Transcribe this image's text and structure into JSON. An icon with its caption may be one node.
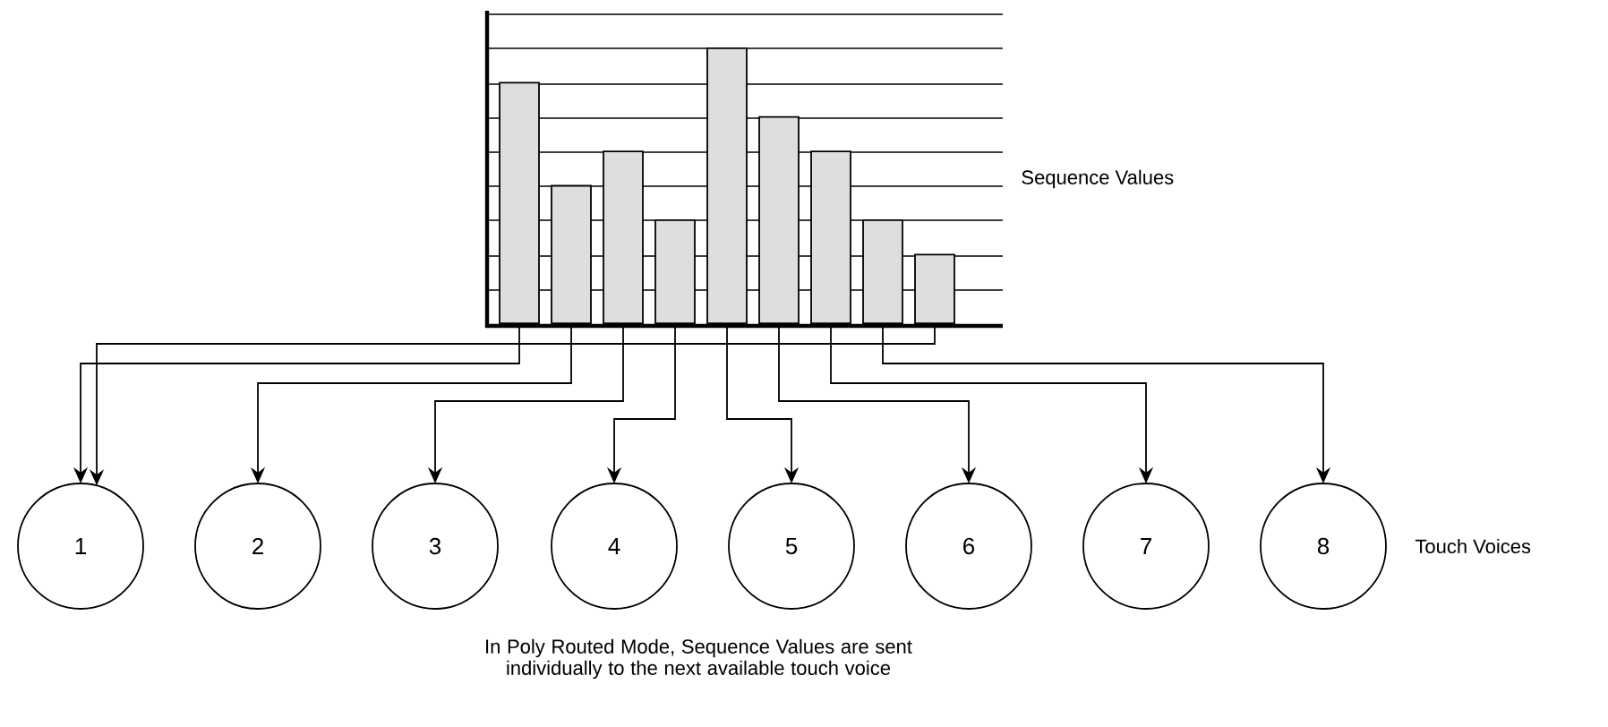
{
  "diagram": {
    "caption": "In Poly Routed Mode, Sequence Values are sent individually to the next available touch voice",
    "nodes": [
      {
        "text": [],
        "shape": "bar"
      },
      {
        "text": [],
        "shape": "bar"
      },
      {
        "text": [],
        "shape": "bar"
      },
      {
        "text": [],
        "shape": "bar"
      },
      {
        "text": [],
        "shape": "bar"
      },
      {
        "text": [],
        "shape": "bar"
      },
      {
        "text": [],
        "shape": "bar"
      },
      {
        "text": [],
        "shape": "bar"
      },
      {
        "text": [],
        "shape": "bar"
      },
      {
        "text": [
          "1"
        ]
      },
      {
        "text": [
          "2"
        ]
      },
      {
        "text": [
          "3"
        ]
      },
      {
        "text": [
          "4"
        ]
      },
      {
        "text": [
          "5"
        ]
      },
      {
        "text": [
          "6"
        ]
      },
      {
        "text": [
          "7"
        ]
      },
      {
        "text": [
          "8"
        ]
      }
    ],
    "edges": [
      {
        "from": 0,
        "to": 9,
        "arrow": "to"
      },
      {
        "from": 1,
        "to": 10,
        "arrow": "to"
      },
      {
        "from": 2,
        "to": 11,
        "arrow": "to"
      },
      {
        "from": 3,
        "to": 12,
        "arrow": "to"
      },
      {
        "from": 4,
        "to": 13,
        "arrow": "to"
      },
      {
        "from": 5,
        "to": 14,
        "arrow": "to"
      },
      {
        "from": 6,
        "to": 15,
        "arrow": "to"
      },
      {
        "from": 7,
        "to": 16,
        "arrow": "to"
      },
      {
        "from": 8,
        "to": 9,
        "arrow": "to"
      }
    ],
    "labels": [
      "Sequence Values",
      "Touch Voices"
    ]
  }
}
